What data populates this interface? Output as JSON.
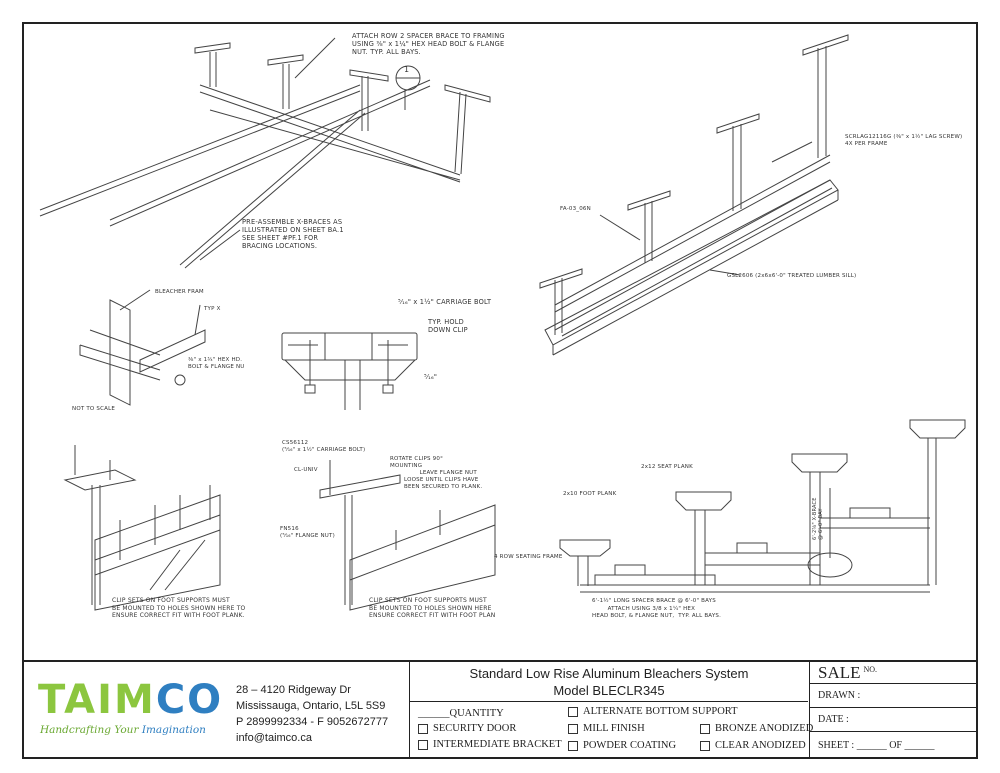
{
  "notes": {
    "attach_row2": "ATTACH ROW 2 SPACER BRACE TO FRAMING\nUSING ⅜\" x 1¼\" HEX HEAD BOLT & FLANGE\nNUT. TYP. ALL BAYS.",
    "callout_1": "1",
    "preassemble": "PRE-ASSEMBLE X-BRACES AS\nILLUSTRATED ON SHEET BA.1\nSEE SHEET #PF.1 FOR\nBRACING LOCATIONS.",
    "lag_screw": "SCRLAG12116G (⅜\" x 1½\" LAG SCREW)\n4X PER FRAME",
    "fa": "FA-03_06N",
    "sill": "GSL2606 (2x6x6'-0\" TREATED LUMBER SILL)",
    "bleacher_frame": "BLEACHER FRAM",
    "typ_x": "TYP X",
    "hex_bolt": "⅜\" x 1¾\" HEX HD.\nBOLT & FLANGE NU",
    "not_to_scale": "NOT TO SCALE",
    "carriage_bolt": "⁵⁄₁₆\" x 1½\" CARRIAGE BOLT",
    "hold_down": "TYP. HOLD\nDOWN CLIP",
    "five_sixteenths": "⁵⁄₁₆\"",
    "clip_sets_left": "CLIP SETS ON FOOT SUPPORTS MUST\nBE MOUNTED TO HOLES SHOWN HERE TO\nENSURE CORRECT FIT WITH FOOT PLANK.",
    "cs56112": "CS56112\n(⁵⁄₁₆\" x 1½\" CARRIAGE BOLT)",
    "cl_univ": "CL-UNIV",
    "rotate_clips": "ROTATE CLIPS 90°\nMOUNTING",
    "leave_flange": "        LEAVE FLANGE NUT\nLOOSE UNTIL CLIPS HAVE\nBEEN SECURED TO PLANK.",
    "fn516": "FN516\n(⁵⁄₁₆\" FLANGE NUT)",
    "clip_sets_mid": "CLIP SETS ON FOOT SUPPORTS MUST\nBE MOUNTED TO HOLES SHOWN HERE\nENSURE CORRECT FIT WITH FOOT PLAN",
    "seat_plank": "2x12 SEAT PLANK",
    "foot_plank": "2x10 FOOT PLANK",
    "row_frame": "4 ROW SEATING FRAME",
    "spacer_brace": "6'-1½\" LONG SPACER BRACE @ 6'-0\" BAYS\n        ATTACH USING 3/8 x 1¼\" HEX\nHEAD BOLT, & FLANGE NUT,  TYP. ALL BAYS.",
    "xbrace": "6'-2⅝\" X-BRACE\n@ 6'-0\" BAY"
  },
  "title_block": {
    "logo_green": "TAIM",
    "logo_blue": "CO",
    "tagline_1": "Handcrafting Your ",
    "tagline_2": "Imagination",
    "address_1": "28 – 4120 Ridgeway Dr",
    "address_2": "Mississauga, Ontario, L5L 5S9",
    "phone": "P 2899992334 - F 9052672777",
    "email": "info@taimco.ca",
    "title_1": "Standard Low Rise Aluminum Bleachers System",
    "title_2": "Model BLECLR345",
    "quantity": "______QUANTITY",
    "options": [
      "ALTERNATE BOTTOM SUPPORT",
      "SECURITY DOOR",
      "MILL FINISH",
      "BRONZE ANODIZED",
      "INTERMEDIATE BRACKET",
      "POWDER COATING",
      "CLEAR ANODIZED"
    ],
    "sale": "SALE",
    "sale_no": "NO.",
    "drawn": "DRAWN :",
    "date": "DATE :",
    "sheet": "SHEET :  ______  OF  ______"
  },
  "colors": {
    "green": "#8cc63f",
    "blue": "#2f7fc1"
  }
}
